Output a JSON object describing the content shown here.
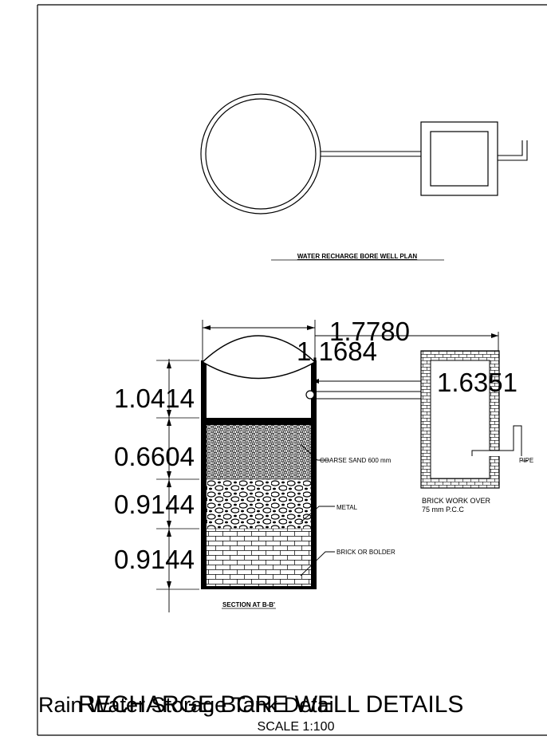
{
  "drawing": {
    "plan_title": "WATER RECHARGE BORE WELL PLAN",
    "section_title": "SECTION AT B-B'",
    "dimensions": {
      "pit_width": "1.7780",
      "pipe_length": "1.1684",
      "tank_height": "1.6351",
      "empty_depth": "1.0414",
      "sand_depth": "0.6604",
      "metal_depth": "0.9144",
      "brick_depth": "0.9144"
    },
    "labels": {
      "coarse_sand": "COARSE SAND 600 mm",
      "metal": "METAL",
      "brick": "BRICK OR BOLDER",
      "brick_work": "BRICK WORK OVER",
      "pcc": "75 mm P.C.C",
      "pipe": "PIPE"
    },
    "footer": {
      "title_back": "Rain Water Storage Tank Detail",
      "title_front": "RECHARGE BORE WELL DETAILS",
      "scale": "SCALE 1:100"
    }
  }
}
